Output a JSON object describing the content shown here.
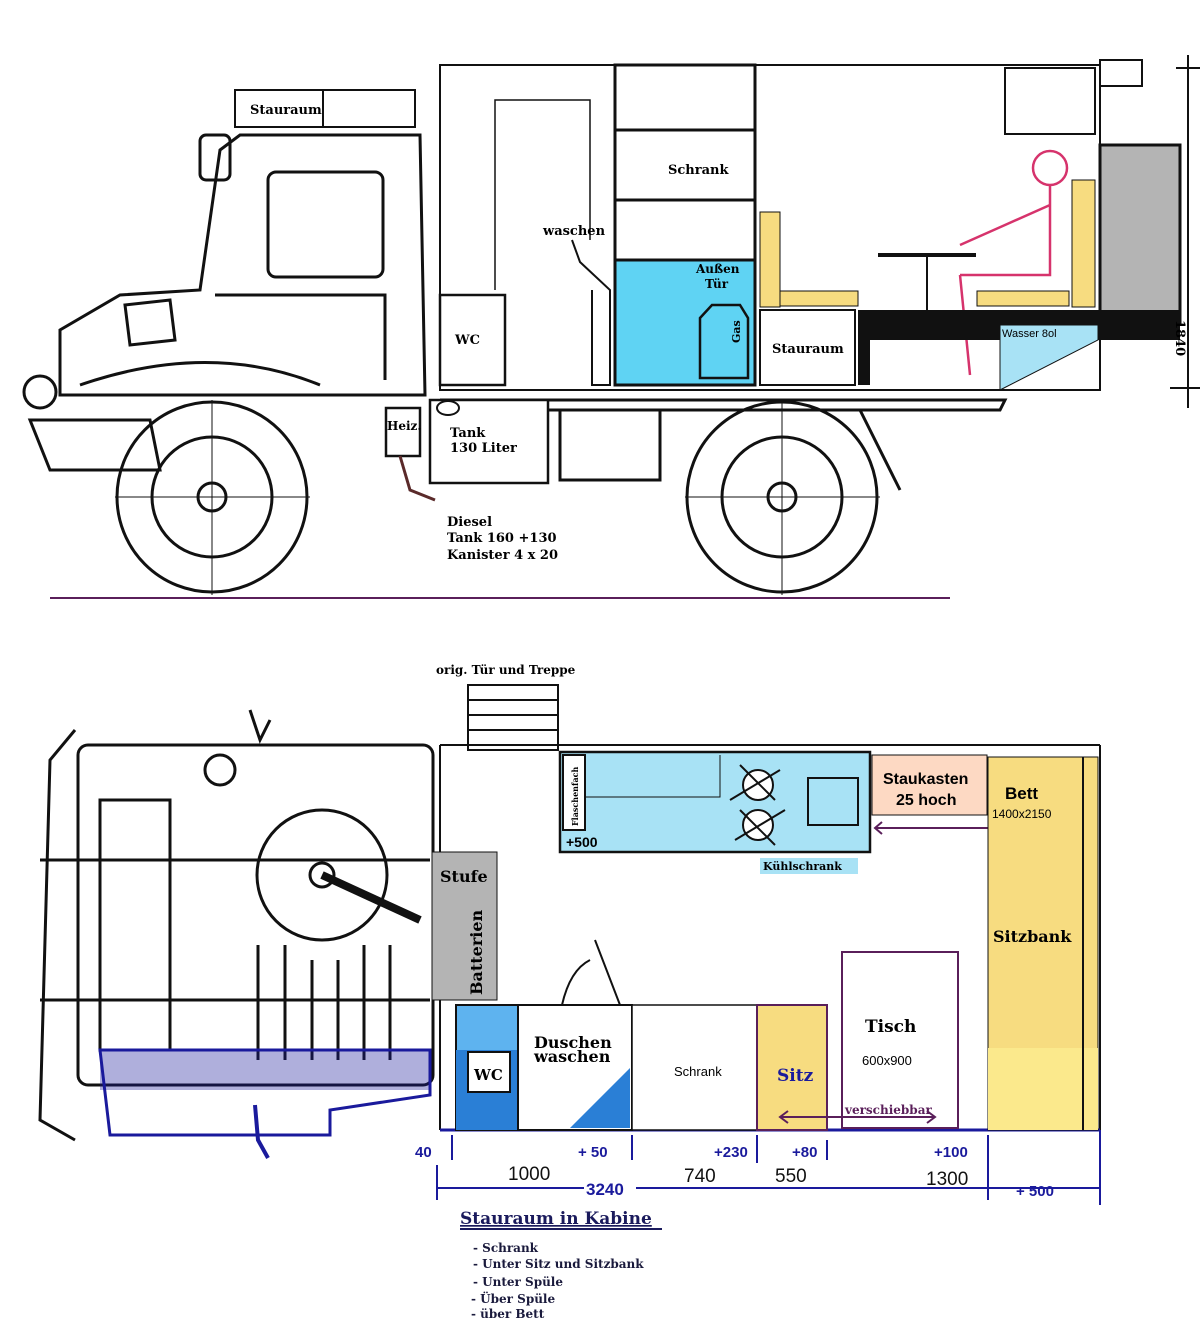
{
  "side_view": {
    "roof_storage": "Stauraum",
    "cabinet": "Schrank",
    "wash": "waschen",
    "outer_door_1": "Außen",
    "outer_door_2": "Tür",
    "gas": "Gas",
    "storage": "Stauraum",
    "water_tank": "Wasser 8ol",
    "wc": "WC",
    "heater": "Heiz.",
    "tank_1": "Tank",
    "tank_2": "130 Liter",
    "diesel_1": "Diesel",
    "diesel_2": "Tank 160 +130",
    "diesel_3": "Kanister 4 x 20",
    "height_dim": "1840"
  },
  "plan_view": {
    "door_label": "orig. Tür und Treppe",
    "bottle_compartment": "Flaschenfach",
    "kitchen_offset": "+500",
    "fridge": "Kühlschrank",
    "storage_box_1": "Staukasten",
    "storage_box_2": "25 hoch",
    "bed": "Bett",
    "bed_size": "1400x2150",
    "bench": "Sitzbank",
    "step": "Stufe",
    "batteries": "Batterien",
    "wc": "WC",
    "shower_1": "Duschen",
    "shower_2": "waschen",
    "cabinet": "Schrank",
    "seat": "Sitz",
    "table": "Tisch",
    "table_size": "600x900",
    "sliding": "verschiebbar"
  },
  "dimensions": {
    "d40": "40",
    "d50": "+ 50",
    "d230": "+230",
    "d80": "+80",
    "d100": "+100",
    "d1000": "1000",
    "d740": "740",
    "d550": "550",
    "d1300": "1300",
    "total": "3240",
    "d500": "+ 500"
  },
  "storage_list": {
    "title": "Stauraum in Kabine",
    "items": [
      "- Schrank",
      "- Unter Sitz und Sitzbank",
      "- Unter Spüle",
      "- Über Spüle",
      "- über Bett"
    ]
  },
  "colors": {
    "water_blue": "#5fd3f3",
    "light_blue": "#a8e2f5",
    "seat_yellow": "#f7dc80",
    "peach": "#fdd9c3",
    "grey": "#b4b4b4",
    "dim_blue": "#1a1a9c",
    "pink": "#d6336c"
  }
}
